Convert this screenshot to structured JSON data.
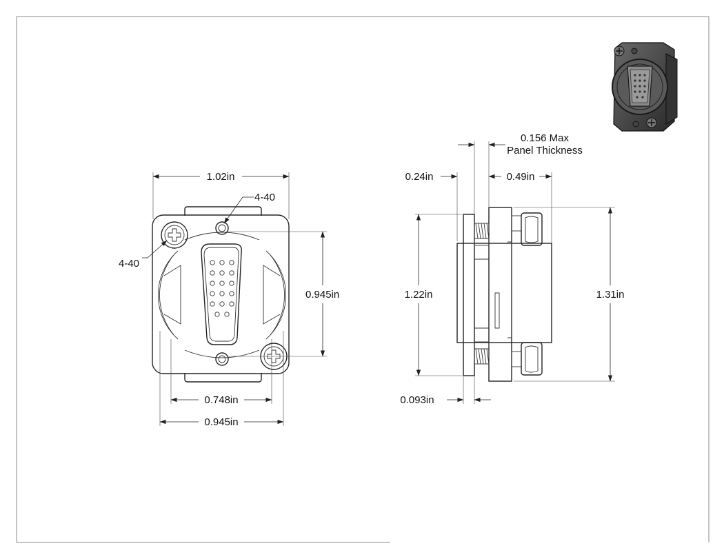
{
  "front_view": {
    "width_top": "1.02in",
    "screw_label_top": "4-40",
    "screw_label_left": "4-40",
    "height_hole_spacing": "0.945in",
    "width_inner": "0.748in",
    "width_bottom": "0.945in"
  },
  "side_view": {
    "panel_note_line1": "0.156 Max",
    "panel_note_line2": "Panel Thickness",
    "depth_front": "0.24in",
    "depth_rear": "0.49in",
    "height_flange": "1.22in",
    "height_total": "1.31in",
    "flange_thickness": "0.093in"
  },
  "thumbnail": {
    "icon": "db15-connector-3d-render"
  }
}
